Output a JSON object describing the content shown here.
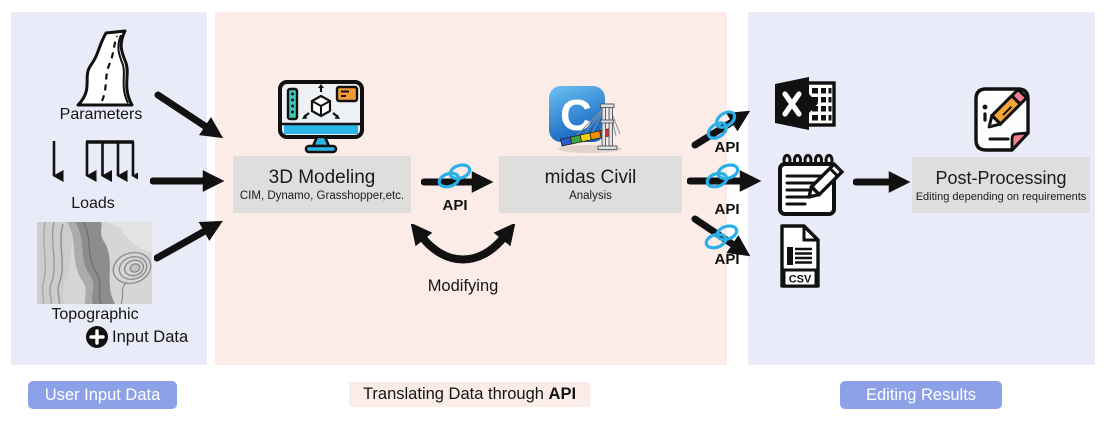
{
  "left_panel": {
    "parameters_label": "Parameters",
    "loads_label": "Loads",
    "topographic_label": "Topographic",
    "input_data_label": "Input Data",
    "footer_badge": "User Input Data"
  },
  "middle_panel": {
    "modeling_title": "3D Modeling",
    "modeling_subtitle": "CIM, Dynamo, Grasshopper,etc.",
    "midas_title": "midas Civil",
    "midas_subtitle": "Analysis",
    "midas_logo_letter": "C",
    "api_label": "API",
    "modifying_label": "Modifying",
    "footer_text": "Translating Data through ",
    "footer_bold": "API"
  },
  "right_panel": {
    "post_title": "Post-Processing",
    "post_subtitle": "Editing depending on requirements",
    "csv_file_label": "CSV",
    "footer_badge": "Editing Results"
  },
  "colors": {
    "panel_lavender": "#eaebf8",
    "panel_pink": "#fbece7",
    "box_gray": "#e0dedd",
    "badge_blue": "#8ca1e7",
    "chain_blue": "#29b0e8",
    "arrow_black": "#111111",
    "monitor_cyan": "#2cb5e8",
    "monitor_teal": "#3ec9b0",
    "monitor_orange": "#f59a33",
    "pencil_orange": "#f6a43a",
    "pencil_pink": "#f5808f"
  }
}
